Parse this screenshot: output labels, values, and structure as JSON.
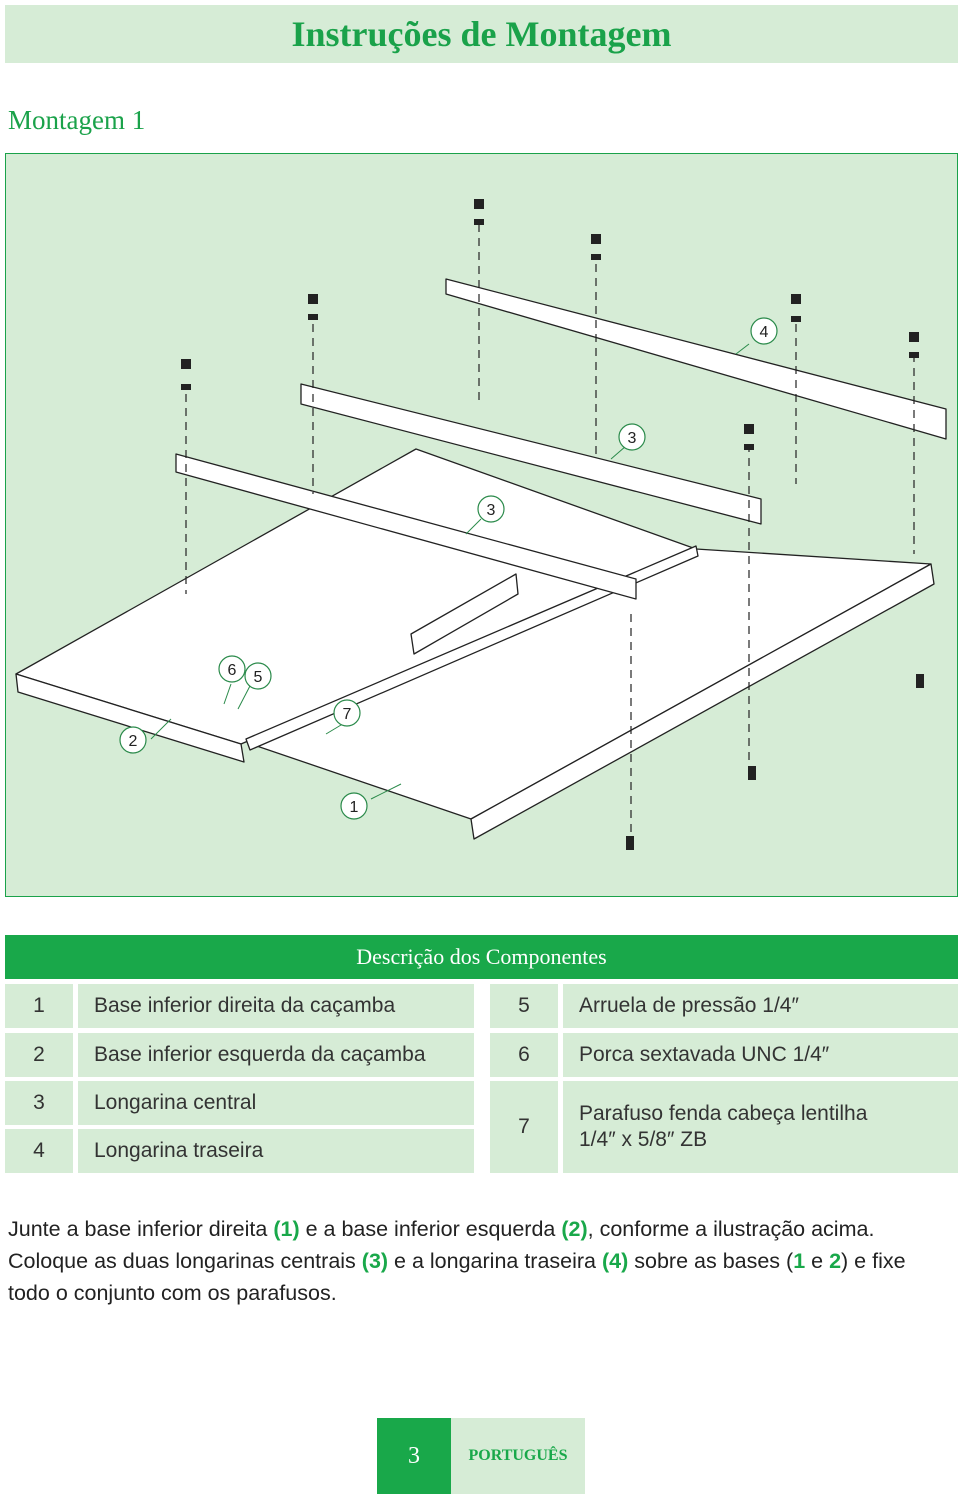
{
  "header": {
    "title": "Instruções de Montagem"
  },
  "section": {
    "title": "Montagem 1"
  },
  "figure": {
    "callouts": [
      "4",
      "3",
      "3",
      "6",
      "5",
      "7",
      "2",
      "1"
    ]
  },
  "components": {
    "heading": "Descrição dos Componentes",
    "left": [
      {
        "num": "1",
        "desc": "Base inferior direita da caçamba"
      },
      {
        "num": "2",
        "desc": "Base inferior esquerda da caçamba"
      },
      {
        "num": "3",
        "desc": "Longarina central"
      },
      {
        "num": "4",
        "desc": "Longarina traseira"
      }
    ],
    "right": [
      {
        "num": "5",
        "desc": "Arruela de pressão 1/4″"
      },
      {
        "num": "6",
        "desc": "Porca sextavada UNC 1/4″"
      },
      {
        "num": "7",
        "desc_line1": "Parafuso fenda cabeça lentilha",
        "desc_line2": "1/4″ x 5/8″ ZB"
      }
    ]
  },
  "instructions": {
    "p1": "Junte a base inferior direita ",
    "r1": "(1)",
    "p2": " e a base inferior esquerda ",
    "r2": "(2)",
    "p3": ", conforme a ilustração acima. Coloque as duas longarinas centrais ",
    "r3": "(3)",
    "p4": " e a longarina traseira ",
    "r4": "(4)",
    "p5": " sobre as bases (",
    "r5": "1",
    "p6": " e ",
    "r6": "2",
    "p7": ") e fixe todo o conjunto com os parafusos."
  },
  "footer": {
    "page": "3",
    "language": "PORTUGUÊS"
  }
}
